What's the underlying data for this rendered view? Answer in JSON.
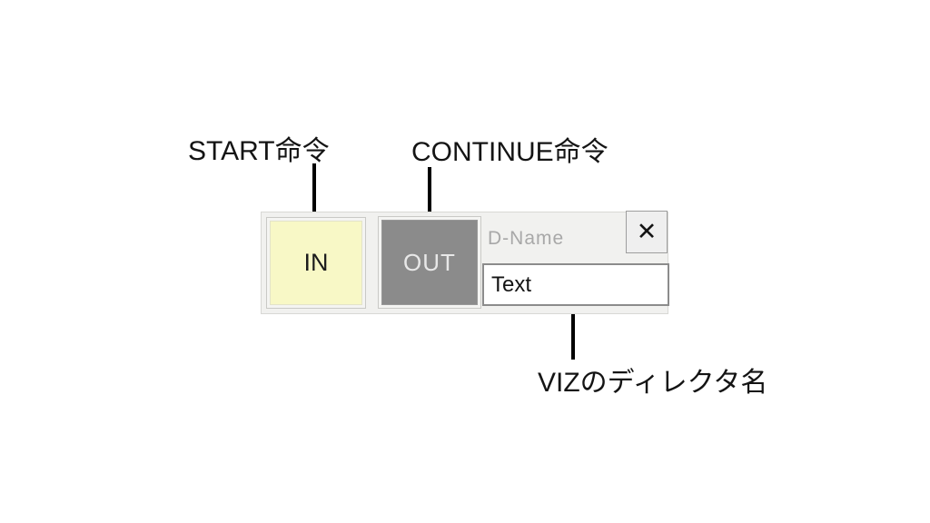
{
  "panel": {
    "in_button_label": "IN",
    "out_button_label": "OUT",
    "dname_label": "D-Name",
    "close_icon_glyph": "✕",
    "text_field_value": "Text",
    "colors": {
      "in_bg": "#f8f8c6",
      "out_bg": "#8b8b8b",
      "out_text": "#e8e8e8",
      "panel_bg": "#f1f1ef",
      "dname_text": "#a8a8a8",
      "field_border": "#8c8c8c",
      "annotation": "#000000"
    }
  },
  "annotations": {
    "start_label": "START命令",
    "continue_label": "CONTINUE命令",
    "director_label": "VIZのディレクタ名"
  }
}
